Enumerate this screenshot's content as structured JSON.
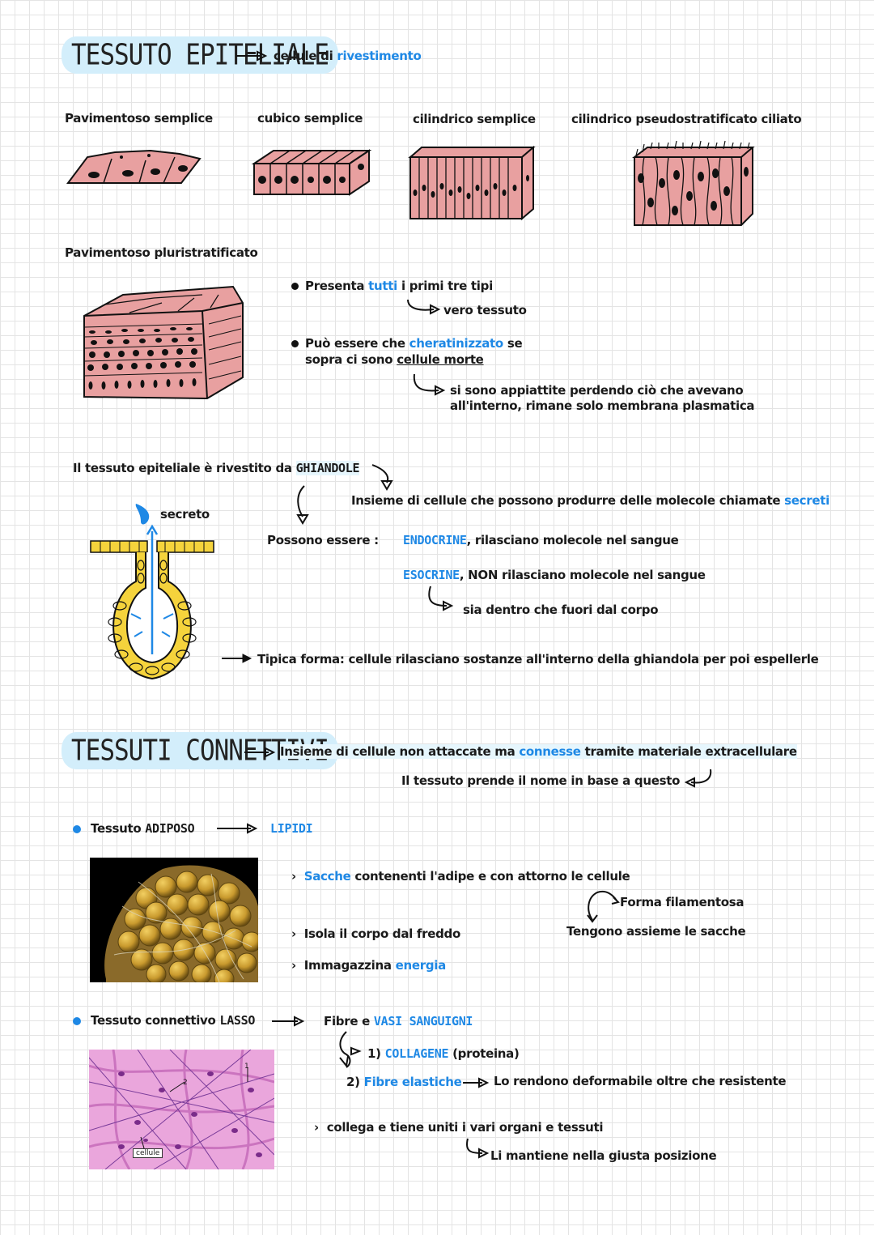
{
  "epi": {
    "title": "TESSUTO EPITELIALE",
    "subtitle_pre": "cellule di ",
    "subtitle_hl": "rivestimento",
    "types": [
      "Pavimentoso semplice",
      "cubico semplice",
      "cilindrico semplice",
      "cilindrico pseudostratificato ciliato"
    ],
    "pluri_label": "Pavimentoso pluristratificato",
    "p1_pre": "Presenta ",
    "p1_hl": "tutti",
    "p1_post": " i primi tre tipi",
    "p1_arrow": "vero tessuto",
    "p2_pre": "Può essere che ",
    "p2_hl": "cheratinizzato",
    "p2_post": " se",
    "p2_line2_pre": "sopra ci sono ",
    "p2_line2_u": "cellule morte",
    "p2_arrow_l1": "si sono appiattite perdendo ciò che avevano",
    "p2_arrow_l2": "all'interno, rimane solo membrana plasmatica"
  },
  "glands": {
    "intro": "Il tessuto epiteliale è rivestito da ",
    "intro_hl": "GHIANDOLE",
    "def_pre": "Insieme di cellule che possono produrre delle molecole chiamate ",
    "def_hl": "secreti",
    "secreto": "secreto",
    "possono": "Possono essere :",
    "endo_hl": "ENDOCRINE",
    "endo_post": ", rilasciano molecole nel sangue",
    "eso_hl": "ESOCRINE",
    "eso_post": ", NON rilasciano molecole nel sangue",
    "eso_arrow": "sia dentro che fuori dal corpo",
    "form": "Tipica forma: cellule rilasciano sostanze all'interno della ghiandola per poi espellerle"
  },
  "conn": {
    "title": "TESSUTI CONNETTIVI",
    "def_pre": "Insieme di cellule non attaccate ma ",
    "def_hl": "connesse",
    "def_post": " tramite materiale extracellulare",
    "def2": "Il tessuto prende il nome in base a questo",
    "adiposo_pre": "Tessuto ",
    "adiposo_b": "ADIPOSO",
    "lipidi": "LIPIDI",
    "sacche_hl": "Sacche",
    "sacche_post": " contenenti l'adipe e con attorno le cellule",
    "filamentosa": "Forma filamentosa",
    "tengono": "Tengono assieme le sacche",
    "isola": "Isola il corpo dal freddo",
    "immag_pre": "Immagazzina ",
    "immag_hl": "energia",
    "lasso_pre": "Tessuto connettivo ",
    "lasso_b": "LASSO",
    "fibre_pre": "Fibre e ",
    "fibre_hl": "VASI SANGUIGNI",
    "coll_pre": "1) ",
    "coll_hl": "COLLAGENE",
    "coll_post": " (proteina)",
    "elast_pre": "2) ",
    "elast_hl": "Fibre elastiche",
    "elast_arrow": "Lo rendono deformabile oltre che resistente",
    "collega": "collega e tiene uniti i vari organi e tessuti",
    "mantiene": "Li mantiene nella giusta posizione",
    "img_label": "cellule",
    "img_num1": "1",
    "img_num2": "2"
  },
  "colors": {
    "accent": "#1e88e5",
    "cell_pink": "#e8a0a0",
    "gland_yellow": "#f5d33c",
    "highlight": "#d3eefb"
  }
}
